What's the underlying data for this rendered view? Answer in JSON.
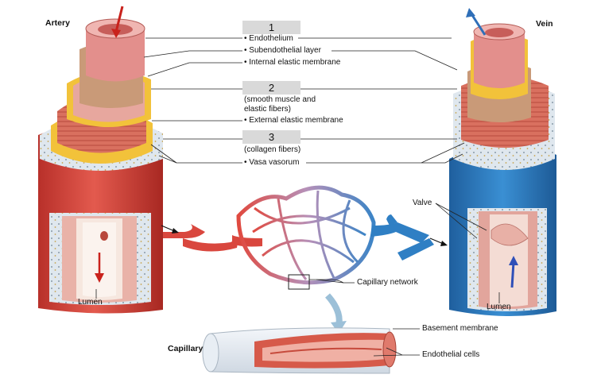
{
  "titles": {
    "artery": "Artery",
    "vein": "Vein",
    "capillary": "Capillary"
  },
  "layers": [
    {
      "number": "1",
      "items": [
        "• Endothelium",
        "• Subendothelial layer",
        "• Internal elastic membrane"
      ]
    },
    {
      "number": "2",
      "items": [
        "(smooth muscle and",
        "elastic fibers)",
        "• External elastic membrane"
      ]
    },
    {
      "number": "3",
      "items": [
        "(collagen fibers)",
        "• Vasa vasorum"
      ]
    }
  ],
  "labels": {
    "lumen_artery": "Lumen",
    "lumen_vein": "Lumen",
    "valve": "Valve",
    "capillary_network": "Capillary network",
    "basement_membrane": "Basement membrane",
    "endothelial_cells": "Endothelial cells"
  },
  "colors": {
    "artery_red": "#d9473e",
    "vein_blue": "#2f7fc4",
    "endothelium_pink": "#e8a7a0",
    "elastic_yellow": "#f2c23a",
    "adventitia_gray": "#dde6ec"
  }
}
